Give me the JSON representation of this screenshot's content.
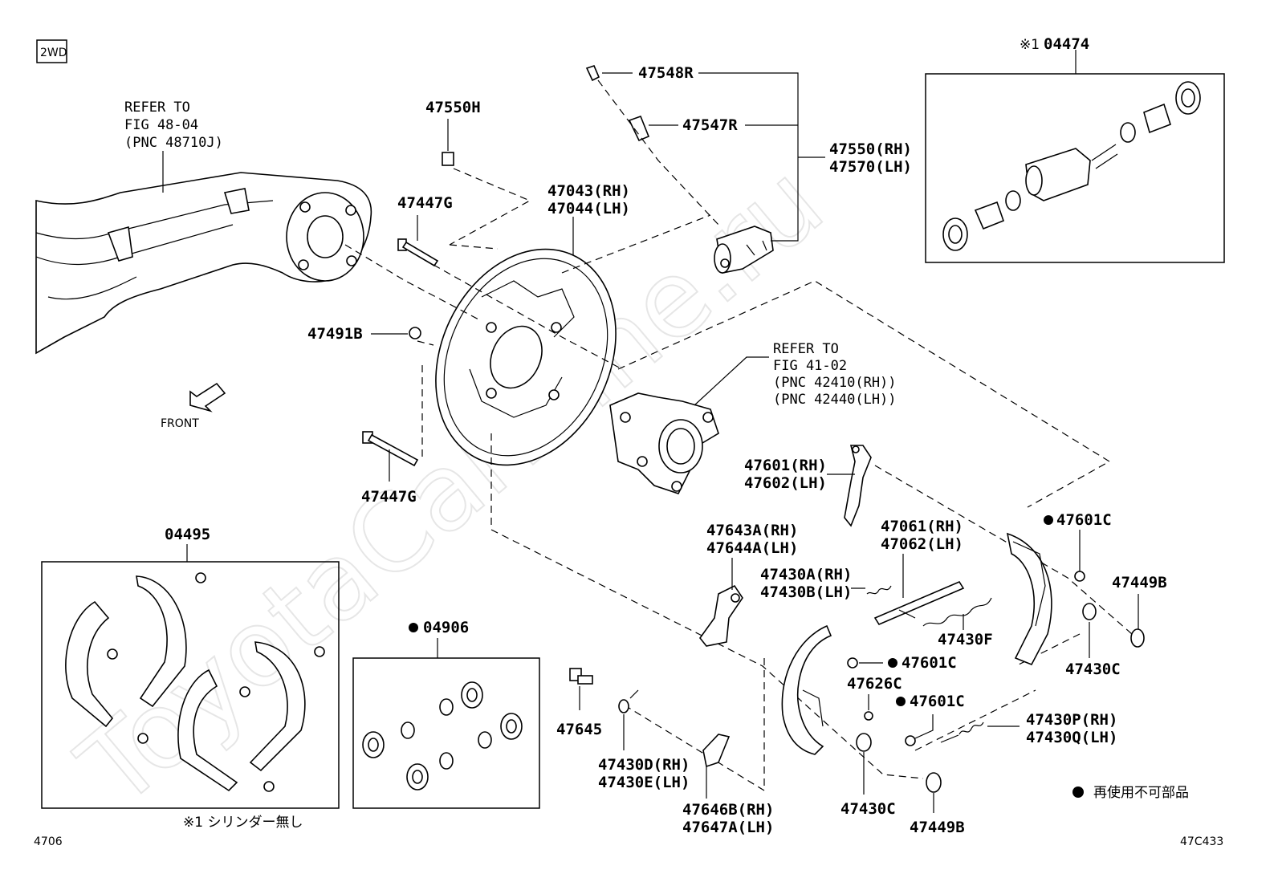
{
  "badge": "2WD",
  "figure_number": "4706",
  "illustration_code": "47C433",
  "watermark": "ToyotaCarMine.ru",
  "front_label": "FRONT",
  "notes": {
    "kit_note_marker": "※1",
    "kit_note": "※1 シリンダー無し",
    "legend": "再使用不可部品"
  },
  "references": {
    "axle_beam": [
      "REFER TO",
      "FIG 48-04",
      "(PNC 48710J)"
    ],
    "hub": [
      "REFER TO",
      "FIG 41-02",
      "(PNC 42410(RH))",
      "(PNC 42440(LH))"
    ]
  },
  "parts": {
    "p47548R": "47548R",
    "p47547R": "47547R",
    "p47550H": "47550H",
    "p47550": "47550(RH)",
    "p47570": "47570(LH)",
    "p04474": "04474",
    "p47043": "47043(RH)",
    "p47044": "47044(LH)",
    "p47447G_a": "47447G",
    "p47447G_b": "47447G",
    "p47491B": "47491B",
    "p47601": "47601(RH)",
    "p47602": "47602(LH)",
    "p04495": "04495",
    "p04906": "04906",
    "p47643A": "47643A(RH)",
    "p47644A": "47644A(LH)",
    "p47061": "47061(RH)",
    "p47062": "47062(LH)",
    "p47430A": "47430A(RH)",
    "p47430B": "47430B(LH)",
    "p47430F": "47430F",
    "p47601C_a": "47601C",
    "p47601C_b": "47601C",
    "p47601C_c": "47601C",
    "p47449B_a": "47449B",
    "p47449B_b": "47449B",
    "p47430C_a": "47430C",
    "p47430C_b": "47430C",
    "p47626C": "47626C",
    "p47645": "47645",
    "p47430D": "47430D(RH)",
    "p47430E": "47430E(LH)",
    "p47646B": "47646B(RH)",
    "p47647A": "47647A(LH)",
    "p47430P": "47430P(RH)",
    "p47430Q": "47430Q(LH)"
  }
}
